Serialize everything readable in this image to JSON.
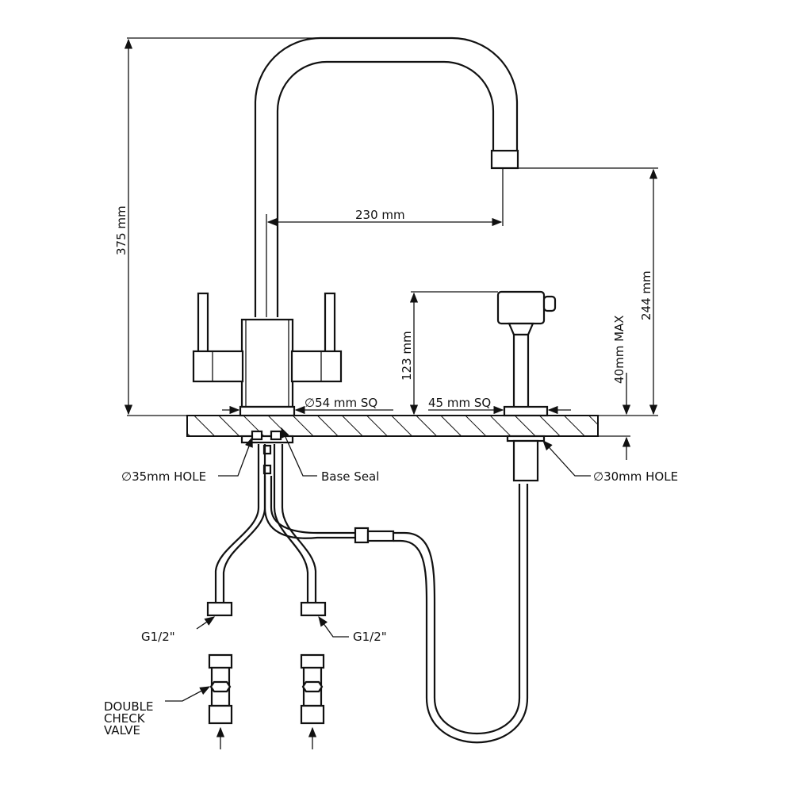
{
  "title": "Kitchen tap with rinse spray technical drawing",
  "dimensions": {
    "height_total": "375 mm",
    "reach": "230 mm",
    "spout_height": "244 mm",
    "spray_height": "123 mm",
    "deck_thickness": "40mm MAX",
    "base_tap": "∅54 mm SQ",
    "base_spray": "45 mm SQ"
  },
  "labels": {
    "tap_hole": "∅35mm HOLE",
    "base_seal": "Base Seal",
    "spray_hole": "∅30mm HOLE",
    "inlet_left": "G1/2\"",
    "inlet_right": "G1/2\"",
    "valve_line1": "DOUBLE",
    "valve_line2": "CHECK",
    "valve_line3": "VALVE"
  }
}
